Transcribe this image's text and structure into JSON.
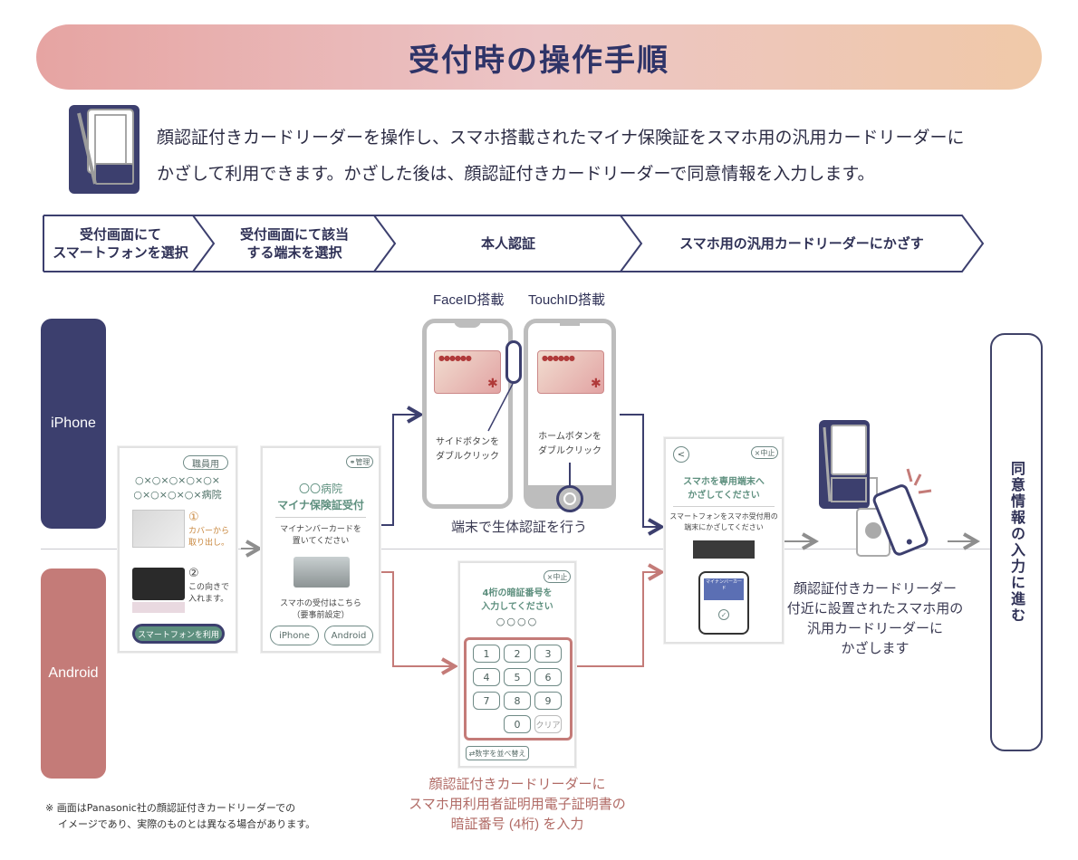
{
  "title": "受付時の操作手順",
  "intro": {
    "line1": "顔認証付きカードリーダーを操作し、スマホ搭載されたマイナ保険証をスマホ用の汎用カードリーダーに",
    "line2": "かざして利用できます。かざした後は、顔認証付きカードリーダーで同意情報を入力します。"
  },
  "steps": [
    {
      "line1": "受付画面にて",
      "line2": "スマートフォンを選択"
    },
    {
      "line1": "受付画面にて該当",
      "line2": "する端末を選択"
    },
    {
      "line1": "本人認証",
      "line2": ""
    },
    {
      "line1": "スマホ用の汎用カードリーダーにかざす",
      "line2": ""
    }
  ],
  "os": {
    "iphone": "iPhone",
    "android": "Android"
  },
  "colors": {
    "navy": "#3c3f6e",
    "rose": "#c47b78",
    "green": "#5d8f7e",
    "gray_arrow": "#8e8e8e"
  },
  "screen1": {
    "staff_badge": "職員用",
    "hospital_line1": "○×○×○×○×○×",
    "hospital_line2": "○×○×○×○×病院",
    "step1_num": "①",
    "step1_text1": "カバーから",
    "step1_text2": "取り出し。",
    "step2_num": "②",
    "step2_text1": "この向きで",
    "step2_text2": "入れます。",
    "smartphone_button": "スマートフォンを利用"
  },
  "screen2": {
    "admin_badge": "管理",
    "hospital": "〇〇病院",
    "subtitle": "マイナ保険証受付",
    "instruction1": "マイナンバーカードを",
    "instruction2": "置いてください",
    "phone_note1": "スマホの受付はこちら",
    "phone_note2": "（要事前設定）",
    "iphone_button": "iPhone",
    "android_button": "Android"
  },
  "faceid": {
    "label": "FaceID搭載",
    "instruction1": "サイドボタンを",
    "instruction2": "ダブルクリック"
  },
  "touchid": {
    "label": "TouchID搭載",
    "instruction1": "ホームボタンを",
    "instruction2": "ダブルクリック"
  },
  "biometric_caption": "端末で生体認証を行う",
  "pin_screen": {
    "cancel": "×中止",
    "title1": "4桁の暗証番号を",
    "title2": "入力してください",
    "dots": "○○○○",
    "keys": [
      "1",
      "2",
      "3",
      "4",
      "5",
      "6",
      "7",
      "8",
      "9",
      "0"
    ],
    "clear": "クリア",
    "shuffle": "数字を並べ替え"
  },
  "pin_caption": {
    "line1": "顔認証付きカードリーダーに",
    "line2": "スマホ用利用者証明用電子証明書の",
    "line3": "暗証番号 (4桁) を入力"
  },
  "hold_screen": {
    "cancel": "×中止",
    "title1": "スマホを専用端末へ",
    "title2": "かざしてください",
    "text1": "スマートフォンをスマホ受付用の",
    "text2": "端末にかざしてください",
    "card_label": "マイナンバーカード"
  },
  "reader_caption": {
    "line1": "顔認証付きカードリーダー",
    "line2": "付近に設置されたスマホ用の",
    "line3": "汎用カードリーダーに",
    "line4": "かざします"
  },
  "end_label": "同意情報の入力に進む",
  "note": {
    "line1": "※ 画面はPanasonic社の顔認証付きカードリーダーでの",
    "line2": "イメージであり、実際のものとは異なる場合があります。"
  }
}
